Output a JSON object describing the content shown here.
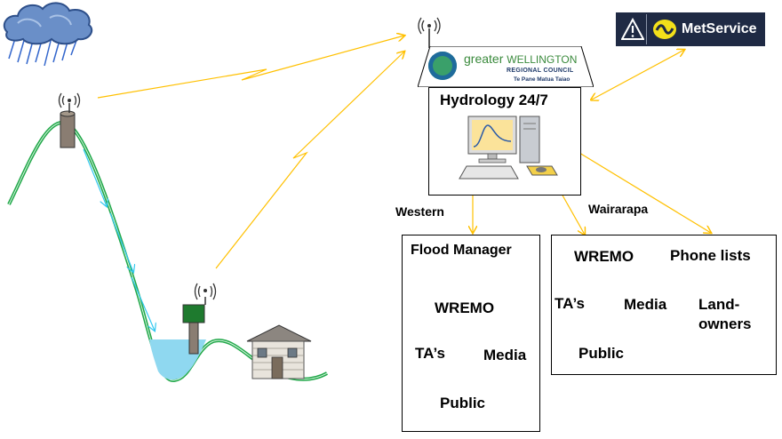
{
  "gwrc": {
    "brand_greater": "greater",
    "brand_wellington": "WELLINGTON",
    "brand_sub": "REGIONAL COUNCIL",
    "brand_maori": "Te Pane Matua Taiao"
  },
  "hydrology": {
    "title": "Hydrology 24/7"
  },
  "metservice": {
    "label": "MetService"
  },
  "branches": {
    "western": "Western",
    "wairarapa": "Wairarapa"
  },
  "western_box": {
    "header": "Flood Manager",
    "wremo": "WREMO",
    "tas": "TA’s",
    "media": "Media",
    "public": "Public"
  },
  "wairarapa_box": {
    "wremo": "WREMO",
    "tas": "TA’s",
    "media": "Media",
    "public": "Public",
    "phone": "Phone lists",
    "land1": "Land-",
    "land2": "owners"
  },
  "colors": {
    "signal": "#ffc000",
    "terrain": "#22a84a",
    "water": "#8fd8f0",
    "metservice_bg": "#1f2a44",
    "metservice_yellow": "#f3e01a",
    "gwrc_green": "#3a8a3c"
  }
}
